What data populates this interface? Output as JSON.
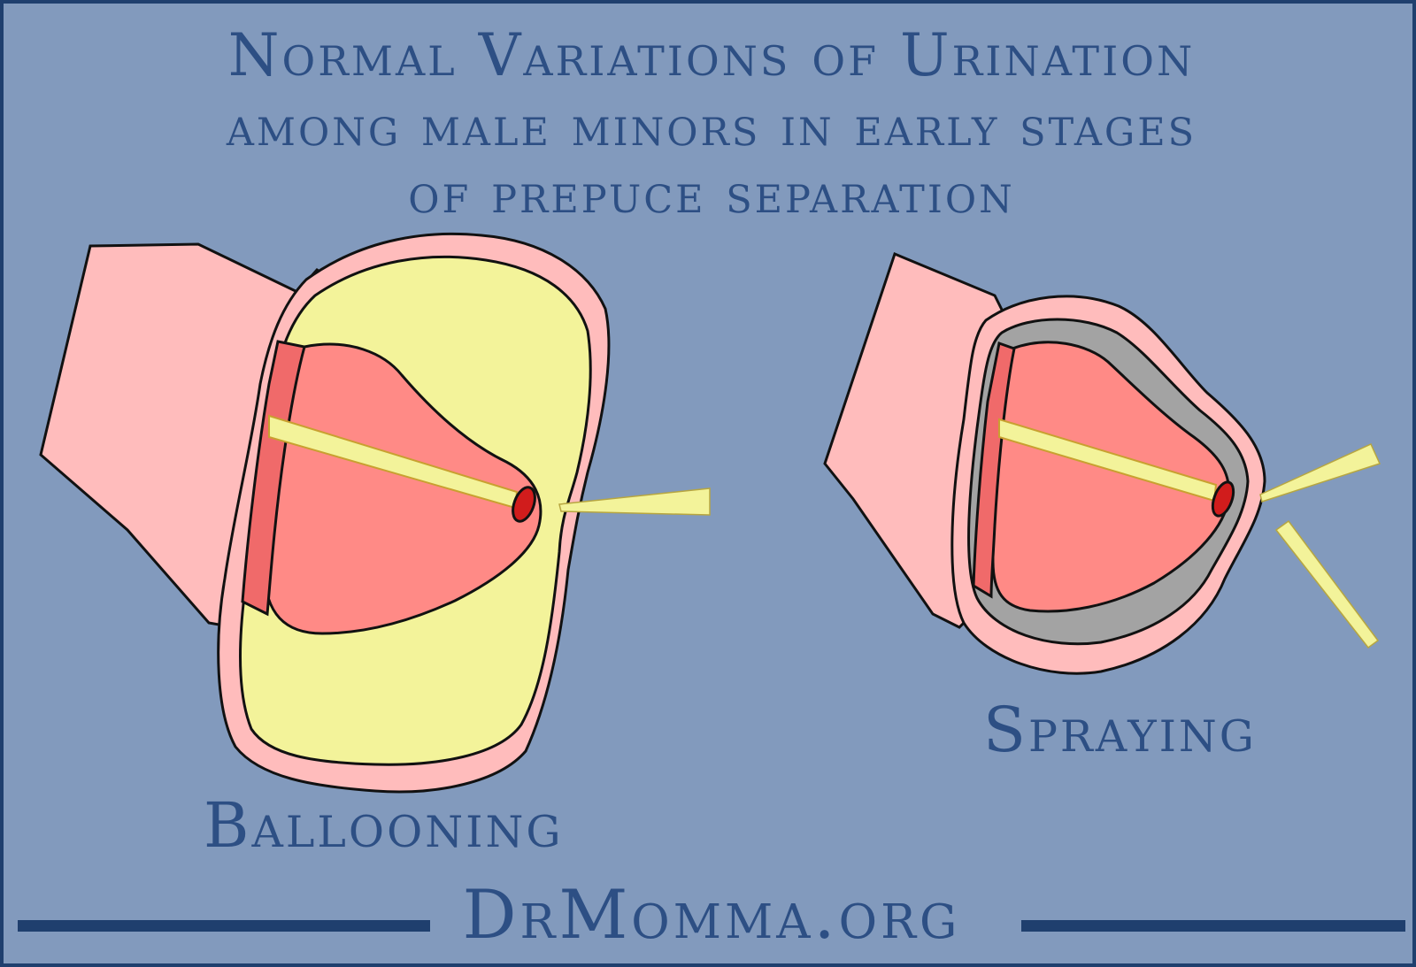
{
  "title": {
    "line1": "Normal Variations of Urination",
    "line2": "among male minors in early stages",
    "line3": "of prepuce separation"
  },
  "panels": {
    "left": {
      "label": "Ballooning"
    },
    "right": {
      "label": "Spraying"
    }
  },
  "footer": {
    "site": "DrMomma.org"
  },
  "colors": {
    "background": "#829abd",
    "border": "#1f3f6e",
    "text": "#2d4f84",
    "skin": "#ffbcbc",
    "glans": "#ff8a86",
    "urine": "#f3f39a",
    "smegma_gap": "#a3a3a3",
    "meatus": "#d11c1c"
  }
}
